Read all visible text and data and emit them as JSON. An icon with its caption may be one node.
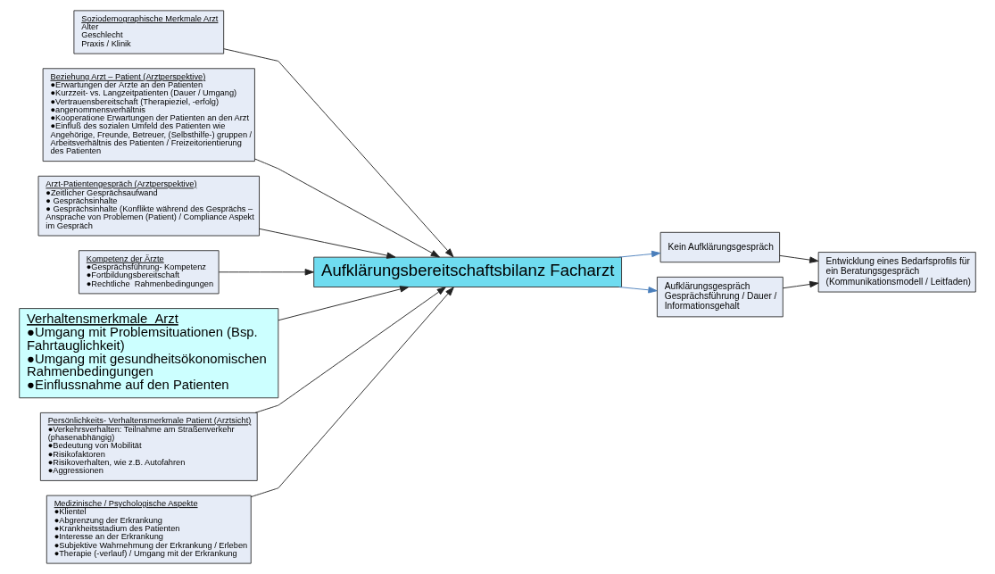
{
  "diagram": {
    "nodes": [
      {
        "text": [
          "Soziodemographische Merkmale Arzt",
          "Alter",
          "Geschlecht",
          "Praxis / Klinik"
        ]
      },
      {
        "text": [
          "Beziehung Arzt – Patient (Arztperspektive)",
          "●Erwartungen der Ärzte an den Patienten",
          "●Kurzzeit- vs. Langzeitpatienten (Dauer / Umgang)",
          "●Vertrauensbereitschaft (Therapieziel, -erfolg)",
          "●angenommensverhältnis",
          "●Kooperatione Erwartungen der Patienten an den Arzt",
          "●Einfluß des sozialen Umfeld des Patienten wie Angehörige, Freunde, Betreuer, (Selbsthilfe-) gruppen / Arbeitsverhältnis des Patienten / Freizeitorientierung des Patienten"
        ]
      },
      {
        "text": [
          "Arzt-Patientengespräch (Arztperspektive)",
          "●Zeitlicher Gesprächsaufwand",
          "● Gesprächsinhalte",
          "● Gesprächsinhalte (Konflikte während des Gesprächs – Ansprache von Problemen (Patient) / Compliance Aspekt im Gespräch"
        ]
      },
      {
        "text": [
          "Kompetenz der Ärzte",
          "●Gesprächsführung- Kompetenz",
          "●Fortbildungsbereitschaft",
          "●Rechtliche  Rahmenbedingungen"
        ]
      },
      {
        "text": [
          "Aufklärungsbereitschaftsbilanz Facharzt"
        ]
      },
      {
        "text": [
          "Kein Aufklärungsgespräch"
        ]
      },
      {
        "text": [
          "Aufklärungsgespräch Gesprächsführung / Dauer / Informationsgehalt"
        ]
      },
      {
        "text": [
          "Verhaltensmerkmale  Arzt",
          "●Umgang mit Problemsituationen (Bsp. Fahrtauglichkeit)",
          "●Umgang mit gesundheitsökonomischen Rahmenbedingungen",
          "●Einflussnahme auf den Patienten"
        ]
      },
      {
        "text": [
          "Persönlichkeits- Verhaltensmerkmale Patient (Arztsicht)",
          "●Verkehrsverhalten: Teilnahme am Straßenverkehr (phasenabhängig)",
          "●Bedeutung von Mobilität",
          "●Risikofaktoren",
          "●Risikoverhalten, wie z.B. Autofahren",
          "●Aggressionen"
        ]
      },
      {
        "text": [
          "Medizinische / Psychologische Aspekte",
          "●Klientel",
          "●Abgrenzung der Erkrankung",
          "●Krankheitsstadium des Patienten",
          "●Interesse an der Erkrankung",
          "●Subjektive Wahrnehmung der Erkrankung / Erleben",
          "●Therapie (-verlauf) / Umgang mit der Erkrankung"
        ]
      },
      {
        "text": [
          "Entwicklung eines Bedarfsprofils für ein Beratungsgespräch (Kommunikationsmodell / Leitfaden)"
        ]
      }
    ],
    "edges": [
      {
        "from": 0,
        "to": 4,
        "arrow": "to"
      },
      {
        "from": 1,
        "to": 4,
        "arrow": "to"
      },
      {
        "from": 2,
        "to": 4,
        "arrow": "to"
      },
      {
        "from": 3,
        "to": 4,
        "arrow": "to"
      },
      {
        "from": 7,
        "to": 4,
        "arrow": "to"
      },
      {
        "from": 8,
        "to": 4,
        "arrow": "to"
      },
      {
        "from": 9,
        "to": 4,
        "arrow": "to"
      },
      {
        "from": 4,
        "to": 5,
        "arrow": "to",
        "color": "#4a7ebb"
      },
      {
        "from": 4,
        "to": 6,
        "arrow": "to",
        "color": "#4a7ebb"
      },
      {
        "from": 5,
        "to": 10,
        "arrow": "to"
      },
      {
        "from": 6,
        "to": 10,
        "arrow": "to"
      }
    ]
  }
}
